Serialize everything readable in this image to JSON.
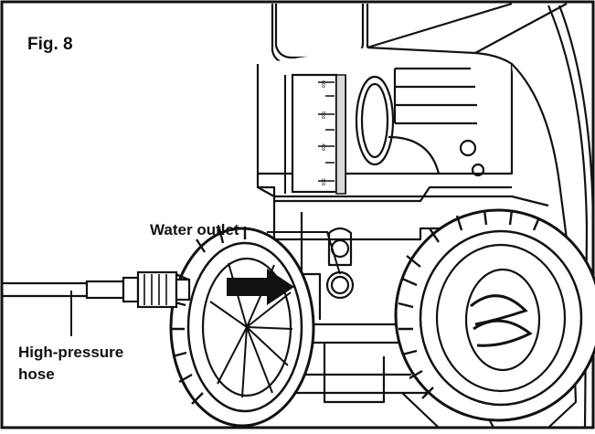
{
  "figure": {
    "label": "Fig. 8"
  },
  "callouts": {
    "water_outlet": "Water outlet",
    "hose_line_1": "High-pressure",
    "hose_line_2": "hose"
  },
  "tank_scale": {
    "marks": [
      "600",
      "500",
      "400",
      "300"
    ]
  },
  "colors": {
    "line": "#111111",
    "background": "#ffffff",
    "shade": "#d9d9d9"
  }
}
